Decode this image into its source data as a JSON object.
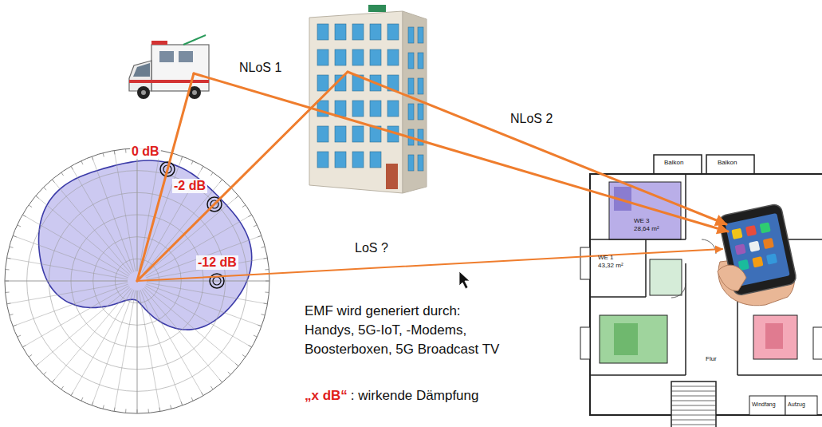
{
  "diagram": {
    "labels": [
      "NLoS 1",
      "0 dB",
      "-2 dB",
      "NLoS 2",
      "LoS ?",
      "-12 dB",
      "EMF wird generiert durch: Handys, 5G-IoT, -Modems, Boosterboxen, 5G Broadcast TV",
      "„x dB“",
      ": wirkende Dämpfung",
      "Balkon",
      "Balkon",
      "WE 3",
      "28,64 m²",
      "WE 1",
      "43,32 m²",
      "Flur",
      "Windfang",
      "Aufzug"
    ]
  }
}
